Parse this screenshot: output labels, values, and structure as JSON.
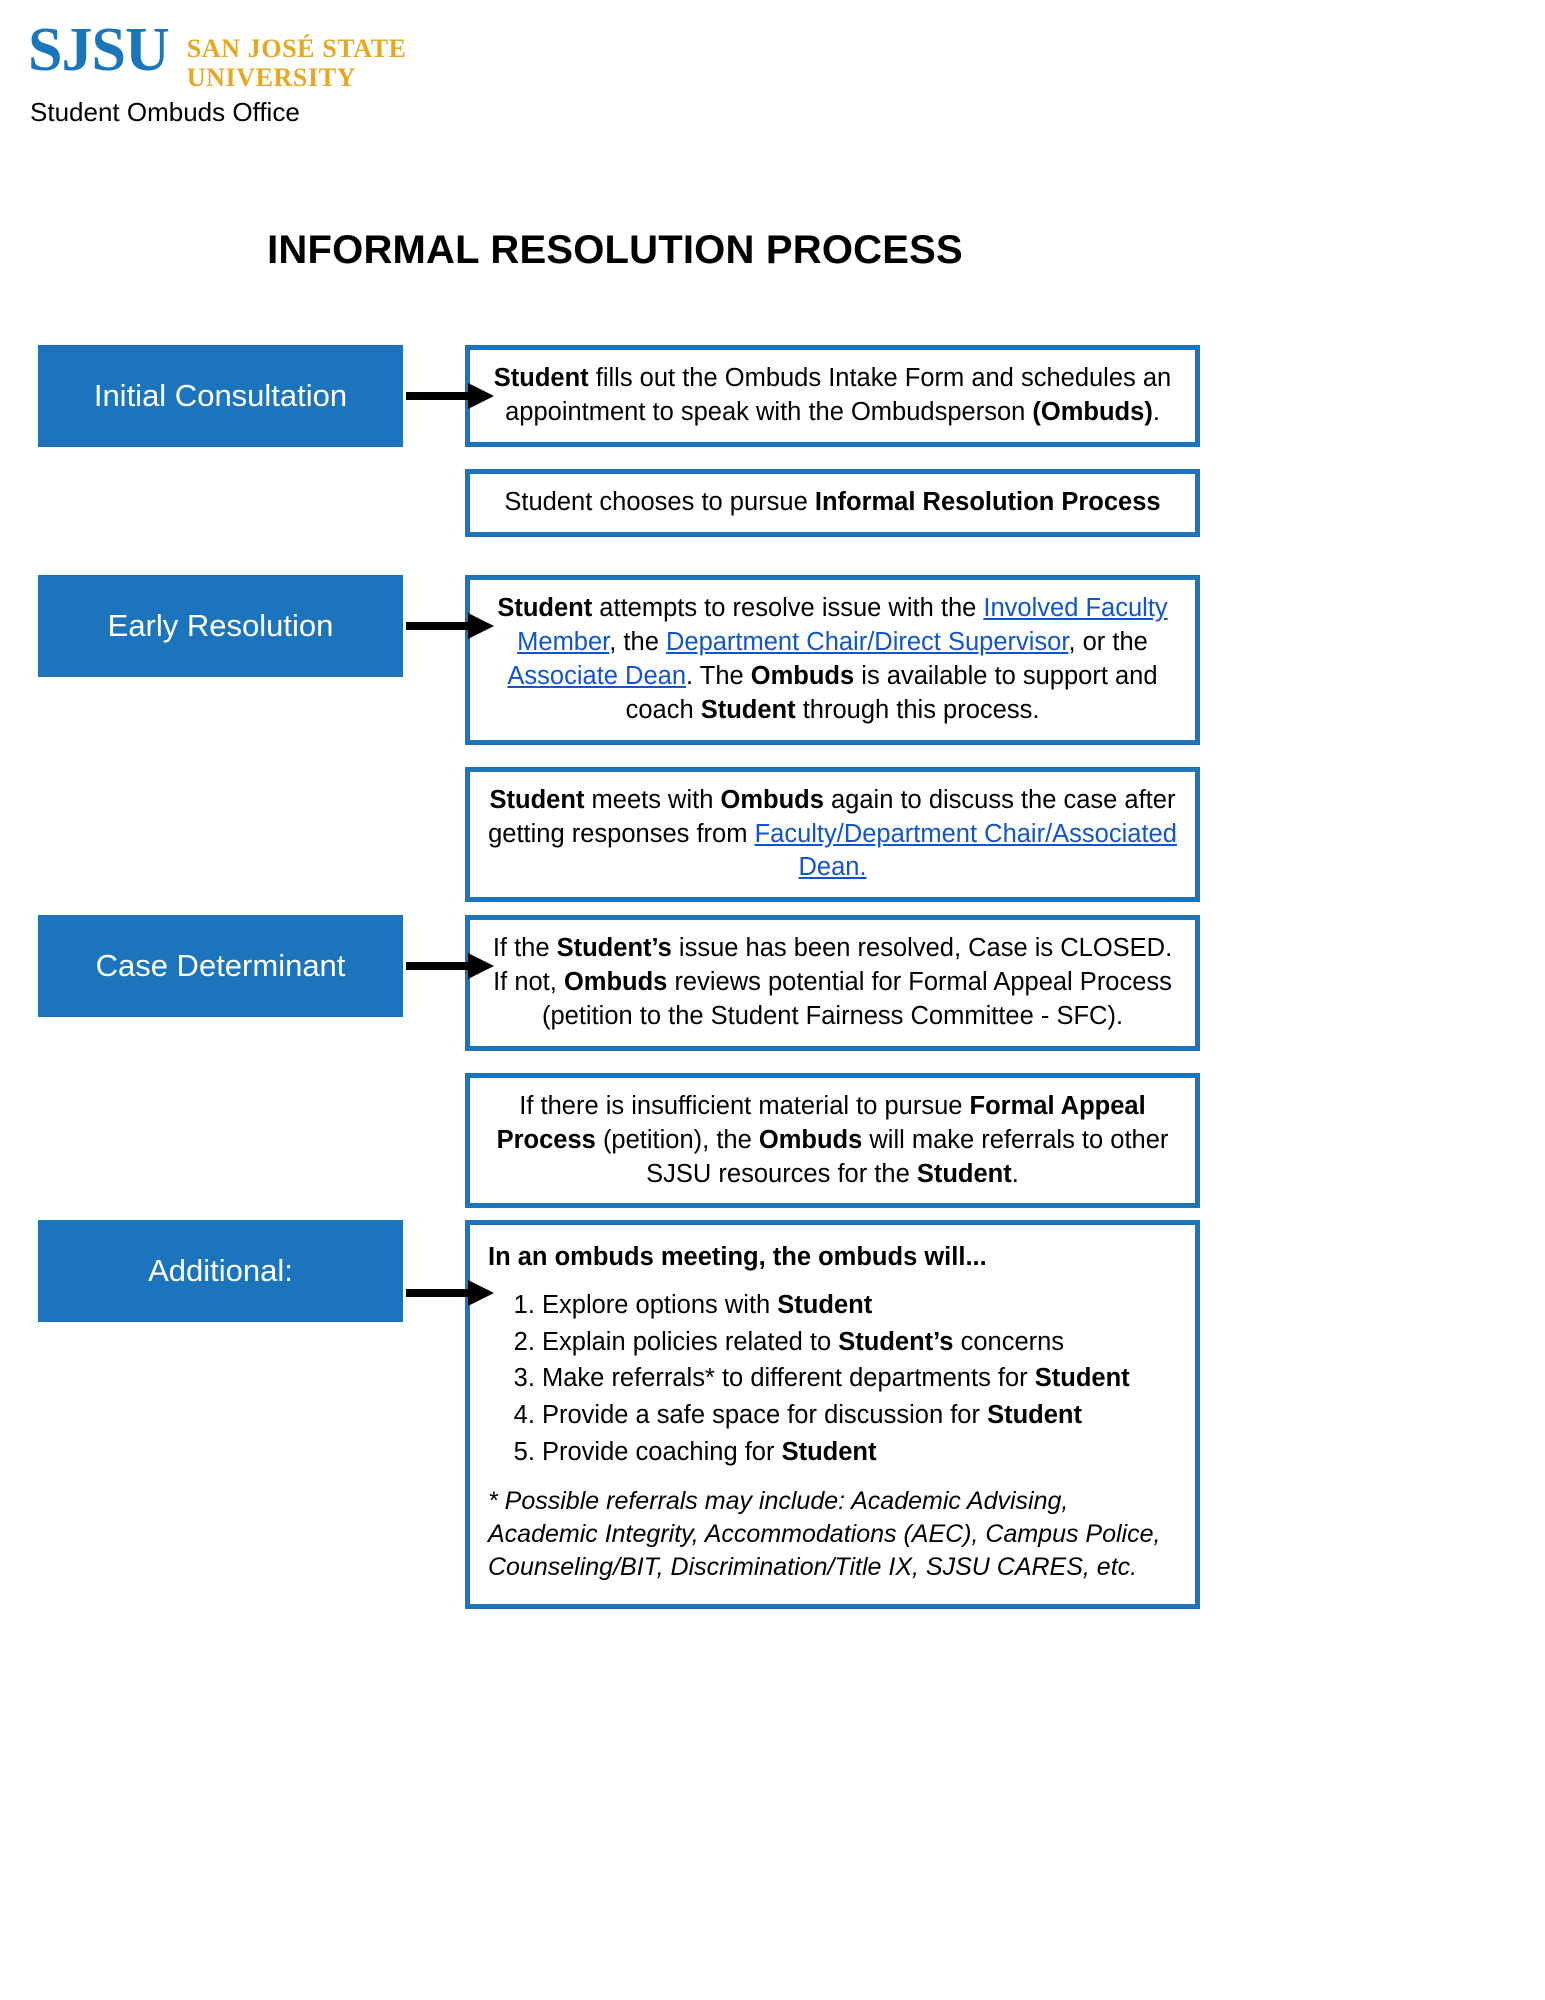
{
  "header": {
    "logo_mark": "SJSU",
    "logo_line1": "SAN JOSÉ STATE",
    "logo_line2": "UNIVERSITY",
    "office": "Student Ombuds Office"
  },
  "title": "INFORMAL RESOLUTION PROCESS",
  "colors": {
    "brand_blue": "#1C75BC",
    "brand_gold": "#E5A823",
    "link_blue": "#1155CC",
    "box_border": "#1C75BC"
  },
  "sections": [
    {
      "label": "Initial Consultation",
      "boxes": [
        {
          "id": "intake-form",
          "parts": [
            {
              "t": "Student",
              "s": "bold"
            },
            {
              "t": " fills out the Ombuds Intake Form and schedules an appointment to speak with the Ombudsperson ",
              "s": "normal"
            },
            {
              "t": "(Ombuds)",
              "s": "bold"
            },
            {
              "t": ".",
              "s": "normal"
            }
          ]
        },
        {
          "id": "chooses-informal",
          "parts": [
            {
              "t": "Student chooses to pursue ",
              "s": "normal"
            },
            {
              "t": "Informal Resolution Process",
              "s": "bold"
            }
          ]
        }
      ]
    },
    {
      "label": "Early Resolution",
      "boxes": [
        {
          "id": "attempts-resolve",
          "parts": [
            {
              "t": "Student",
              "s": "bold"
            },
            {
              "t": " attempts to resolve issue with the ",
              "s": "normal"
            },
            {
              "t": "Involved Faculty Member",
              "s": "link"
            },
            {
              "t": ", the ",
              "s": "normal"
            },
            {
              "t": "Department Chair/Direct Supervisor",
              "s": "link"
            },
            {
              "t": ", or the ",
              "s": "normal"
            },
            {
              "t": "Associate Dean",
              "s": "link"
            },
            {
              "t": ". The ",
              "s": "normal"
            },
            {
              "t": "Ombuds",
              "s": "bold"
            },
            {
              "t": " is available to support and coach ",
              "s": "normal"
            },
            {
              "t": "Student",
              "s": "bold"
            },
            {
              "t": " through this process.",
              "s": "normal"
            }
          ]
        },
        {
          "id": "meets-again",
          "parts": [
            {
              "t": "Student",
              "s": "bold"
            },
            {
              "t": " meets with ",
              "s": "normal"
            },
            {
              "t": "Ombuds",
              "s": "bold"
            },
            {
              "t": " again to discuss the case after getting responses from ",
              "s": "normal"
            },
            {
              "t": "Faculty/Department Chair/Associated Dean.",
              "s": "link"
            }
          ]
        }
      ]
    },
    {
      "label": "Case Determinant",
      "boxes": [
        {
          "id": "case-closed-or-appeal",
          "parts": [
            {
              "t": "If the ",
              "s": "normal"
            },
            {
              "t": "Student’s",
              "s": "bold"
            },
            {
              "t": " issue has been resolved, Case is CLOSED. If not, ",
              "s": "normal"
            },
            {
              "t": "Ombuds",
              "s": "bold"
            },
            {
              "t": " reviews potential for Formal Appeal Process (petition to the Student Fairness Committee - SFC).",
              "s": "normal"
            }
          ]
        },
        {
          "id": "insufficient-material",
          "parts": [
            {
              "t": "If there is insufficient material to pursue ",
              "s": "normal"
            },
            {
              "t": "Formal Appeal Process",
              "s": "bold"
            },
            {
              "t": " (petition), the ",
              "s": "normal"
            },
            {
              "t": "Ombuds",
              "s": "bold"
            },
            {
              "t": " will make referrals to other SJSU resources for the ",
              "s": "normal"
            },
            {
              "t": "Student",
              "s": "bold"
            },
            {
              "t": ".",
              "s": "normal"
            }
          ]
        }
      ]
    },
    {
      "label": "Additional:",
      "list_box": {
        "lead": "In an ombuds meeting, the ombuds will...",
        "items": [
          [
            {
              "t": "Explore options with ",
              "s": "normal"
            },
            {
              "t": "Student",
              "s": "bold"
            }
          ],
          [
            {
              "t": "Explain policies related to ",
              "s": "normal"
            },
            {
              "t": "Student’s",
              "s": "bold"
            },
            {
              "t": " concerns",
              "s": "normal"
            }
          ],
          [
            {
              "t": "Make referrals* to different departments for ",
              "s": "normal"
            },
            {
              "t": "Student",
              "s": "bold"
            }
          ],
          [
            {
              "t": "Provide a safe space for discussion for ",
              "s": "normal"
            },
            {
              "t": "Student",
              "s": "bold"
            }
          ],
          [
            {
              "t": "Provide coaching for ",
              "s": "normal"
            },
            {
              "t": "Student",
              "s": "bold"
            }
          ]
        ],
        "footnote": "* Possible referrals may include: Academic Advising, Academic Integrity, Accommodations (AEC), Campus Police, Counseling/BIT, Discrimination/Title IX, SJSU CARES, etc."
      }
    }
  ]
}
